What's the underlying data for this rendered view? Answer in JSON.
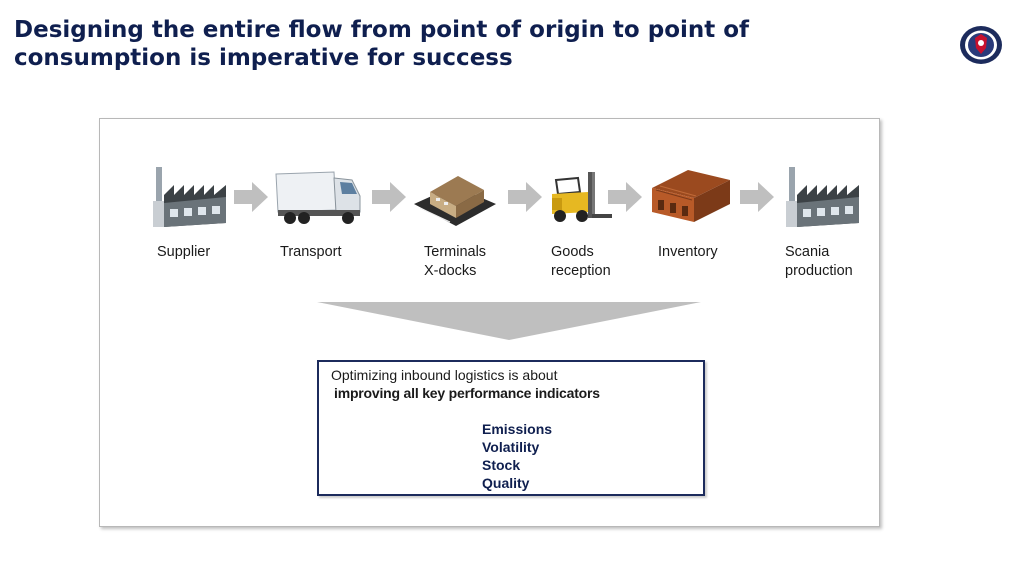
{
  "title": "Designing the entire flow from point of origin to point of consumption is imperative for success",
  "flow": {
    "steps": [
      {
        "label": "Supplier",
        "icon": "factory-icon"
      },
      {
        "label": "Transport",
        "icon": "truck-icon"
      },
      {
        "label": "Terminals\nX-docks",
        "icon": "terminal-icon"
      },
      {
        "label": "Goods\nreception",
        "icon": "forklift-icon"
      },
      {
        "label": "Inventory",
        "icon": "warehouse-icon"
      },
      {
        "label": "Scania\nproduction",
        "icon": "factory-icon"
      }
    ]
  },
  "summary": {
    "line1": "Optimizing inbound logistics is about",
    "line2": "improving all key performance indicators",
    "kpis": [
      "Emissions",
      "Volatility",
      "Stock",
      "Quality"
    ]
  },
  "colors": {
    "title": "#0f1f4f",
    "arrow": "#bfbfbf",
    "box_border": "#1c2b5c"
  }
}
